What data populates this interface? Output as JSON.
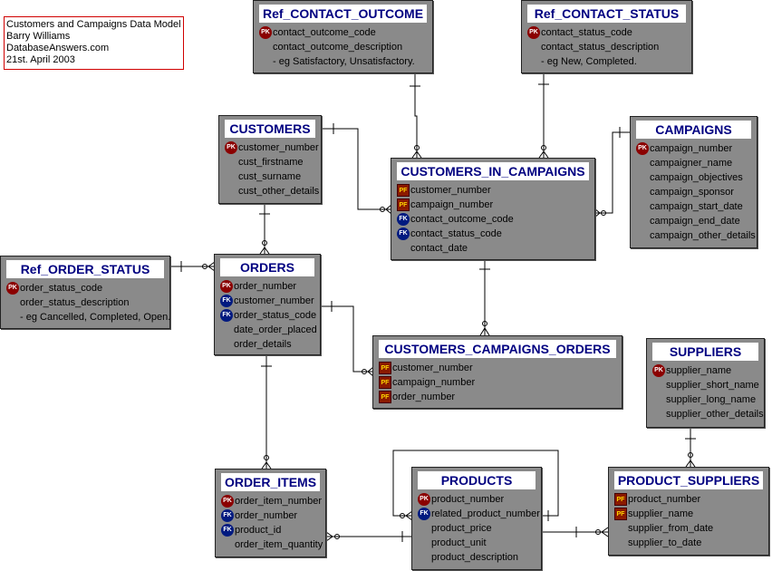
{
  "info": {
    "title": "Customers and Campaigns Data Model",
    "author": "Barry Williams",
    "site": "DatabaseAnswers.com",
    "date": "21st. April 2003"
  },
  "tables": {
    "ref_contact_outcome": {
      "name": "Ref_CONTACT_OUTCOME",
      "columns": [
        {
          "key": "PK",
          "name": "contact_outcome_code"
        },
        {
          "key": "",
          "name": "contact_outcome_description"
        },
        {
          "key": "",
          "name": "- eg Satisfactory, Unsatisfactory."
        }
      ]
    },
    "ref_contact_status": {
      "name": "Ref_CONTACT_STATUS",
      "columns": [
        {
          "key": "PK",
          "name": "contact_status_code"
        },
        {
          "key": "",
          "name": "contact_status_description"
        },
        {
          "key": "",
          "name": "- eg New, Completed."
        }
      ]
    },
    "customers": {
      "name": "CUSTOMERS",
      "columns": [
        {
          "key": "PK",
          "name": "customer_number"
        },
        {
          "key": "",
          "name": "cust_firstname"
        },
        {
          "key": "",
          "name": "cust_surname"
        },
        {
          "key": "",
          "name": "cust_other_details"
        }
      ]
    },
    "customers_in_campaigns": {
      "name": "CUSTOMERS_IN_CAMPAIGNS",
      "columns": [
        {
          "key": "PF",
          "name": "customer_number"
        },
        {
          "key": "PF",
          "name": "campaign_number"
        },
        {
          "key": "FK",
          "name": "contact_outcome_code"
        },
        {
          "key": "FK",
          "name": "contact_status_code"
        },
        {
          "key": "",
          "name": "contact_date"
        }
      ]
    },
    "campaigns": {
      "name": "CAMPAIGNS",
      "columns": [
        {
          "key": "PK",
          "name": "campaign_number"
        },
        {
          "key": "",
          "name": "campaigner_name"
        },
        {
          "key": "",
          "name": "campaign_objectives"
        },
        {
          "key": "",
          "name": "campaign_sponsor"
        },
        {
          "key": "",
          "name": "campaign_start_date"
        },
        {
          "key": "",
          "name": "campaign_end_date"
        },
        {
          "key": "",
          "name": "campaign_other_details"
        }
      ]
    },
    "ref_order_status": {
      "name": "Ref_ORDER_STATUS",
      "columns": [
        {
          "key": "PK",
          "name": "order_status_code"
        },
        {
          "key": "",
          "name": "order_status_description"
        },
        {
          "key": "",
          "name": "- eg Cancelled, Completed, Open."
        }
      ]
    },
    "orders": {
      "name": "ORDERS",
      "columns": [
        {
          "key": "PK",
          "name": "order_number"
        },
        {
          "key": "FK",
          "name": "customer_number"
        },
        {
          "key": "FK",
          "name": "order_status_code"
        },
        {
          "key": "",
          "name": "date_order_placed"
        },
        {
          "key": "",
          "name": "order_details"
        }
      ]
    },
    "customers_campaigns_orders": {
      "name": "CUSTOMERS_CAMPAIGNS_ORDERS",
      "columns": [
        {
          "key": "PF",
          "name": "customer_number"
        },
        {
          "key": "PF",
          "name": "campaign_number"
        },
        {
          "key": "PF",
          "name": "order_number"
        }
      ]
    },
    "suppliers": {
      "name": "SUPPLIERS",
      "columns": [
        {
          "key": "PK",
          "name": "supplier_name"
        },
        {
          "key": "",
          "name": "supplier_short_name"
        },
        {
          "key": "",
          "name": "supplier_long_name"
        },
        {
          "key": "",
          "name": "supplier_other_details"
        }
      ]
    },
    "order_items": {
      "name": "ORDER_ITEMS",
      "columns": [
        {
          "key": "PK",
          "name": "order_item_number"
        },
        {
          "key": "FK",
          "name": "order_number"
        },
        {
          "key": "FK",
          "name": "product_id"
        },
        {
          "key": "",
          "name": "order_item_quantity"
        }
      ]
    },
    "products": {
      "name": "PRODUCTS",
      "columns": [
        {
          "key": "PK",
          "name": "product_number"
        },
        {
          "key": "FK",
          "name": "related_product_number"
        },
        {
          "key": "",
          "name": "product_price"
        },
        {
          "key": "",
          "name": "product_unit"
        },
        {
          "key": "",
          "name": "product_description"
        }
      ]
    },
    "product_suppliers": {
      "name": "PRODUCT_SUPPLIERS",
      "columns": [
        {
          "key": "PF",
          "name": "product_number"
        },
        {
          "key": "PF",
          "name": "supplier_name"
        },
        {
          "key": "",
          "name": "supplier_from_date"
        },
        {
          "key": "",
          "name": "supplier_to_date"
        }
      ]
    }
  }
}
